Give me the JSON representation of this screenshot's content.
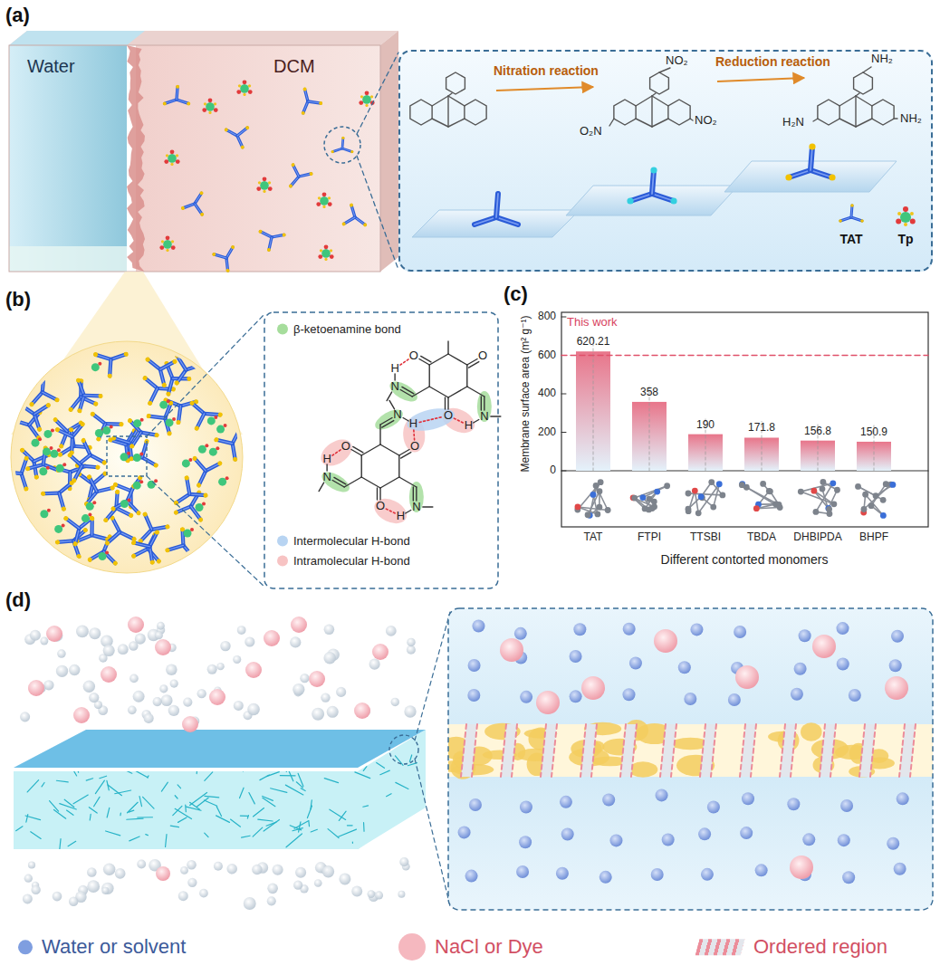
{
  "diagram": {
    "nodes": [
      {
        "text": [
          "Water"
        ]
      },
      {
        "text": [
          "DCM"
        ]
      },
      {
        "text": [
          "Nitration reaction",
          "Reduction reaction",
          "TAT",
          "Tp"
        ]
      }
    ],
    "labels": [
      "(a)",
      "NO₂",
      "O₂N",
      "NO₂",
      "NH₂",
      "NH₂",
      "H₂N",
      "(b)",
      "O",
      "O",
      "O",
      "N",
      "H",
      "N",
      "H",
      "N",
      "H",
      "O",
      "O",
      "O",
      "N",
      "H",
      "N",
      "H",
      "(c)",
      "This work",
      "620.21",
      "358",
      "190",
      "171.8",
      "156.8",
      "150.9",
      "0",
      "200",
      "400",
      "600",
      "800",
      "Membrane surface area (m² g⁻¹)",
      "TAT",
      "FTPI",
      "TTSBI",
      "TBDA",
      "DHBIPDA",
      "BHPF",
      "Different contorted monomers",
      "(d)"
    ],
    "legend": [
      {
        "text": "β-ketoenamine bond",
        "color": "#a6dd9c"
      },
      {
        "text": "Intermolecular H-bond",
        "color": "#b8d4f2"
      },
      {
        "text": "Intramolecular H-bond",
        "color": "#f7c3c3"
      },
      {
        "text": "Water or solvent",
        "color": "#7f9ee0"
      },
      {
        "text": "NaCl or Dye",
        "color": "#f5b8bf"
      },
      {
        "text": "Ordered region"
      }
    ]
  }
}
